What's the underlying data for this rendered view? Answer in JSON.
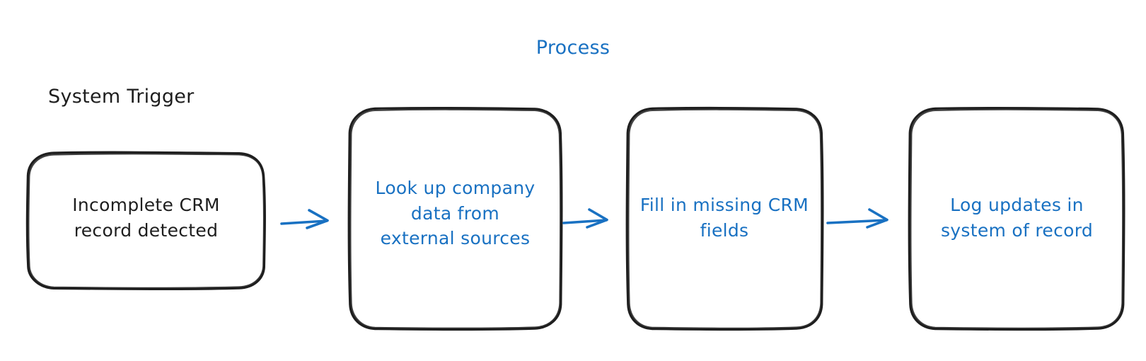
{
  "diagram": {
    "type": "flowchart",
    "orientation": "left-to-right",
    "background": "#ffffff",
    "title": "Process",
    "group_labels": [
      {
        "id": "system-trigger",
        "text": "System Trigger",
        "color": "#1e1e1e"
      },
      {
        "id": "process",
        "text": "Process",
        "color": "#1971c2"
      }
    ],
    "accent_color": "#1971c2",
    "ink_color": "#1e1e1e",
    "stroke_color": "#1e1e1e",
    "nodes": [
      {
        "id": "node-incomplete-crm-record-detected",
        "label": "Incomplete CRM\nrecord detected",
        "group": "System Trigger",
        "text_color": "#1e1e1e",
        "stroke": "#1e1e1e",
        "fill": "#ffffff",
        "shape": "rounded-rectangle"
      },
      {
        "id": "node-look-up-company-data",
        "label": "Look up company\ndata from\nexternal sources",
        "group": "Process",
        "text_color": "#1971c2",
        "stroke": "#1e1e1e",
        "fill": "#ffffff",
        "shape": "rounded-rectangle"
      },
      {
        "id": "node-fill-in-missing-crm-fields",
        "label": "Fill in missing CRM\nfields",
        "group": "Process",
        "text_color": "#1971c2",
        "stroke": "#1e1e1e",
        "fill": "#ffffff",
        "shape": "rounded-rectangle"
      },
      {
        "id": "node-log-updates-in-system-of-record",
        "label": "Log updates in\nsystem of record",
        "group": "Process",
        "text_color": "#1971c2",
        "stroke": "#1e1e1e",
        "fill": "#ffffff",
        "shape": "rounded-rectangle"
      }
    ],
    "edges": [
      {
        "id": "edge-1",
        "from": "node-incomplete-crm-record-detected",
        "to": "node-look-up-company-data",
        "label": "",
        "color": "#1971c2",
        "style": "solid-arrow"
      },
      {
        "id": "edge-2",
        "from": "node-look-up-company-data",
        "to": "node-fill-in-missing-crm-fields",
        "label": "",
        "color": "#1971c2",
        "style": "solid-arrow"
      },
      {
        "id": "edge-3",
        "from": "node-fill-in-missing-crm-fields",
        "to": "node-log-updates-in-system-of-record",
        "label": "",
        "color": "#1971c2",
        "style": "solid-arrow"
      }
    ]
  }
}
